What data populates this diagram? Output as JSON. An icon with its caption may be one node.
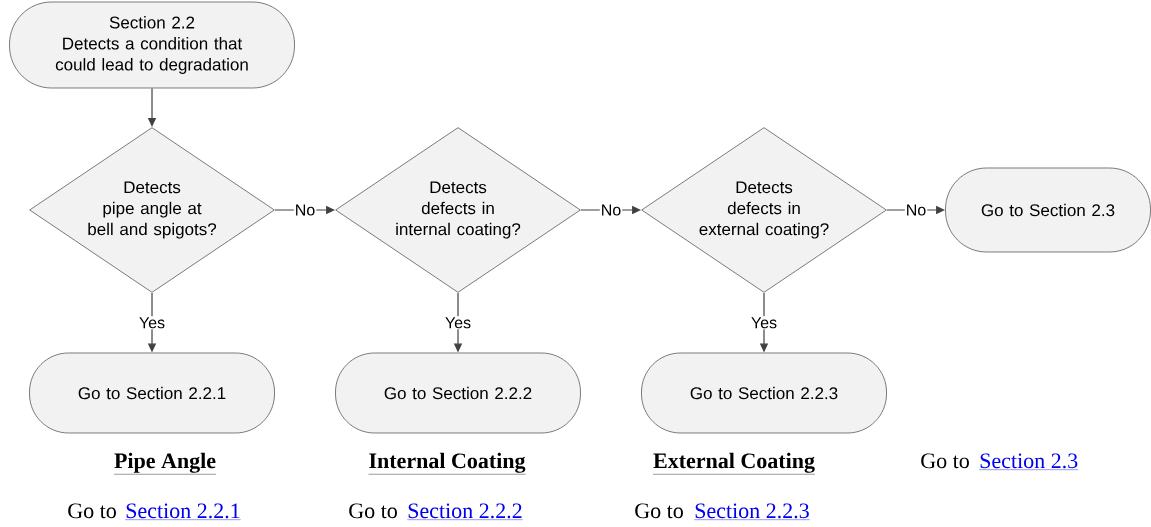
{
  "diagram": {
    "nodes": [
      {
        "text": [
          "Section 2.2",
          "Detects a condition that could lead to degradation"
        ]
      },
      {
        "text": [
          "Detects",
          "pipe angle at bell and spigots?"
        ]
      },
      {
        "text": [
          "Detects",
          "defects in internal coating?"
        ]
      },
      {
        "text": [
          "Detects",
          "defects in external coating?"
        ]
      },
      {
        "text": [
          "Go to Section 2.3"
        ]
      },
      {
        "text": [
          "Go to Section 2.2.1"
        ]
      },
      {
        "text": [
          "Go to Section 2.2.2"
        ]
      },
      {
        "text": [
          "Go to Section 2.2.3"
        ]
      }
    ],
    "edges": [
      {
        "from": 0,
        "to": 1,
        "arrow": "to"
      },
      {
        "from": 1,
        "to": 2,
        "arrow": "to",
        "label": "No"
      },
      {
        "from": 2,
        "to": 3,
        "arrow": "to",
        "label": "No"
      },
      {
        "from": 3,
        "to": 4,
        "arrow": "to",
        "label": "No"
      },
      {
        "from": 1,
        "to": 5,
        "arrow": "to",
        "label": "Yes"
      },
      {
        "from": 2,
        "to": 6,
        "arrow": "to",
        "label": "Yes"
      },
      {
        "from": 3,
        "to": 7,
        "arrow": "to",
        "label": "Yes"
      }
    ],
    "labels": [
      "Pipe Angle",
      "Internal Coating",
      "External Coating",
      "Go to",
      "Section 2.3",
      "Go to",
      "Section 2.2.1",
      "Go to",
      "Section 2.2.2",
      "Go to",
      "Section 2.2.3"
    ]
  }
}
